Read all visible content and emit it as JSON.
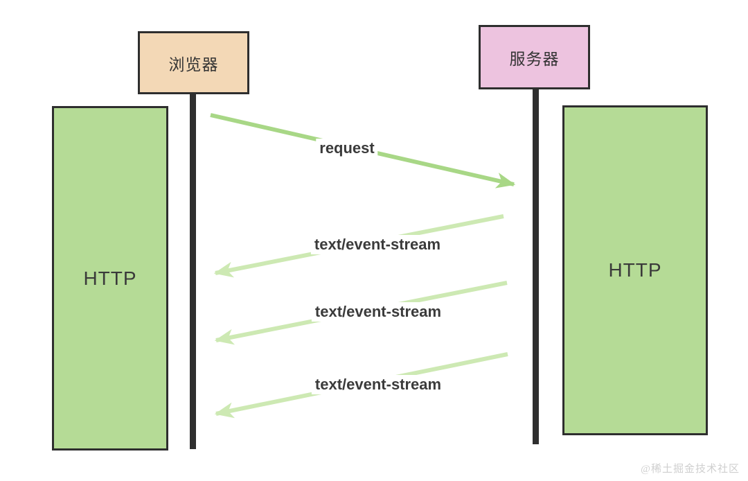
{
  "diagram": {
    "title_implied": "SSE sequence diagram",
    "actors": [
      {
        "id": "browser",
        "label": "浏览器"
      },
      {
        "id": "server",
        "label": "服务器"
      }
    ],
    "protocol_boxes": [
      {
        "id": "http-left",
        "label": "HTTP"
      },
      {
        "id": "http-right",
        "label": "HTTP"
      }
    ],
    "messages": [
      {
        "label": "request",
        "from": "browser",
        "to": "server"
      },
      {
        "label": "text/event-stream",
        "from": "server",
        "to": "browser"
      },
      {
        "label": "text/event-stream",
        "from": "server",
        "to": "browser"
      },
      {
        "label": "text/event-stream",
        "from": "server",
        "to": "browser"
      }
    ],
    "watermark": "@稀土掘金技术社区",
    "colors": {
      "background": "#ffffff",
      "browser_box_fill": "#f3d8b6",
      "server_box_fill": "#edc3df",
      "http_box_fill": "#b5db96",
      "box_border": "#2e2e2e",
      "lifeline": "#2f2f2f",
      "request_arrow": "#a8d786",
      "response_arrow": "#cde9b3",
      "label_text": "#3b3b3b",
      "watermark_text": "#cfcfcf"
    }
  }
}
